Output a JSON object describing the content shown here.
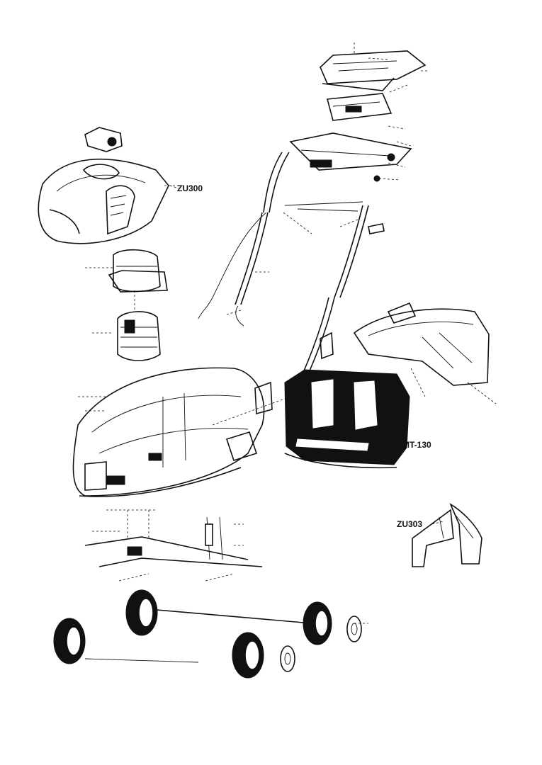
{
  "diagram": {
    "callouts": {
      "code_grassbox": "MT-130",
      "code_cover": "ZU300",
      "code_mulch": "ZU303"
    }
  }
}
